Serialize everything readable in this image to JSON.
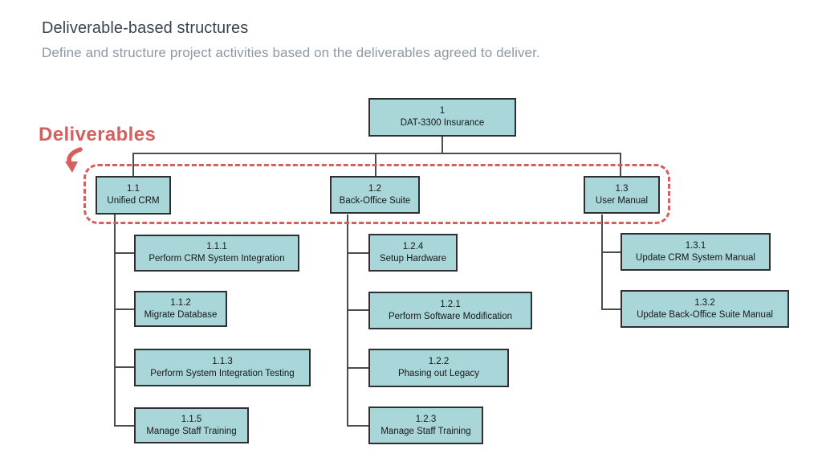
{
  "header": {
    "title": "Deliverable-based structures",
    "subtitle": "Define and structure project activities based on the deliverables agreed to deliver."
  },
  "annotation": {
    "label": "Deliverables",
    "arrow_icon": "curved-arrow-down"
  },
  "colors": {
    "node_fill": "#a9d6d8",
    "node_border": "#2d2f30",
    "connector": "#4a4c4d",
    "accent_red": "#d45f5e",
    "title_text": "#3c4350",
    "subtitle_text": "#8d99a6"
  },
  "tree": {
    "root": {
      "code": "1",
      "label": "DAT-3300 Insurance"
    },
    "branches": [
      {
        "code": "1.1",
        "label": "Unified CRM",
        "children": [
          {
            "code": "1.1.1",
            "label": "Perform CRM System Integration"
          },
          {
            "code": "1.1.2",
            "label": "Migrate Database"
          },
          {
            "code": "1.1.3",
            "label": "Perform System Integration Testing"
          },
          {
            "code": "1.1.5",
            "label": "Manage Staff Training"
          }
        ]
      },
      {
        "code": "1.2",
        "label": "Back-Office Suite",
        "children": [
          {
            "code": "1.2.4",
            "label": "Setup Hardware"
          },
          {
            "code": "1.2.1",
            "label": "Perform Software Modification"
          },
          {
            "code": "1.2.2",
            "label": "Phasing out Legacy"
          },
          {
            "code": "1.2.3",
            "label": "Manage Staff Training"
          }
        ]
      },
      {
        "code": "1.3",
        "label": "User Manual",
        "children": [
          {
            "code": "1.3.1",
            "label": "Update CRM System Manual"
          },
          {
            "code": "1.3.2",
            "label": "Update Back-Office Suite Manual"
          }
        ]
      }
    ]
  }
}
